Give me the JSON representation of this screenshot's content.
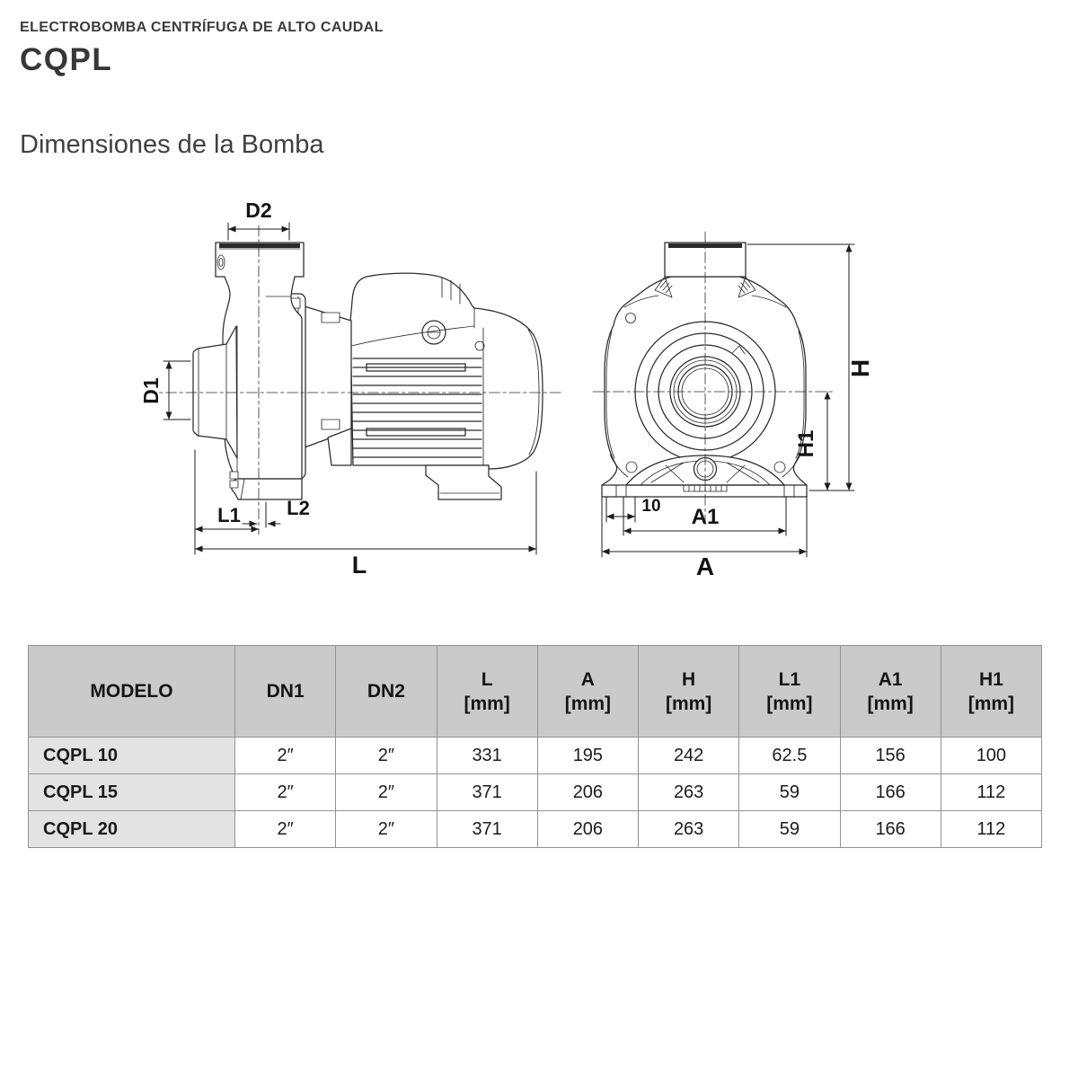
{
  "page": {
    "kicker": "ELECTROBOMBA CENTRÍFUGA DE ALTO CAUDAL",
    "title": "CQPL",
    "section_title": "Dimensiones de la Bomba"
  },
  "drawing": {
    "side_view": {
      "name": "vista lateral de la bomba",
      "labels": {
        "d2": "D2",
        "d1": "D1",
        "l1": "L1",
        "l2": "L2",
        "l": "L"
      }
    },
    "front_view": {
      "name": "vista frontal de la bomba",
      "labels": {
        "h": "H",
        "h1": "H1",
        "ten": "10",
        "a1": "A1",
        "a": "A"
      }
    }
  },
  "colors": {
    "line": "#2b2b2b",
    "dimension": "#1c1c1c",
    "table_header_bg": "#cacaca",
    "table_model_bg": "#e3e3e3",
    "table_border": "#8f9294",
    "text": "#1f1f1f"
  },
  "table": {
    "columns": [
      {
        "label": "MODELO",
        "unit": ""
      },
      {
        "label": "DN1",
        "unit": ""
      },
      {
        "label": "DN2",
        "unit": ""
      },
      {
        "label": "L",
        "unit": "[mm]"
      },
      {
        "label": "A",
        "unit": "[mm]"
      },
      {
        "label": "H",
        "unit": "[mm]"
      },
      {
        "label": "L1",
        "unit": "[mm]"
      },
      {
        "label": "A1",
        "unit": "[mm]"
      },
      {
        "label": "H1",
        "unit": "[mm]"
      }
    ],
    "rows": [
      {
        "model": "CQPL 10",
        "dn1": "2″",
        "dn2": "2″",
        "l": "331",
        "a": "195",
        "h": "242",
        "l1": "62.5",
        "a1": "156",
        "h1": "100"
      },
      {
        "model": "CQPL 15",
        "dn1": "2″",
        "dn2": "2″",
        "l": "371",
        "a": "206",
        "h": "263",
        "l1": "59",
        "a1": "166",
        "h1": "112"
      },
      {
        "model": "CQPL 20",
        "dn1": "2″",
        "dn2": "2″",
        "l": "371",
        "a": "206",
        "h": "263",
        "l1": "59",
        "a1": "166",
        "h1": "112"
      }
    ]
  }
}
